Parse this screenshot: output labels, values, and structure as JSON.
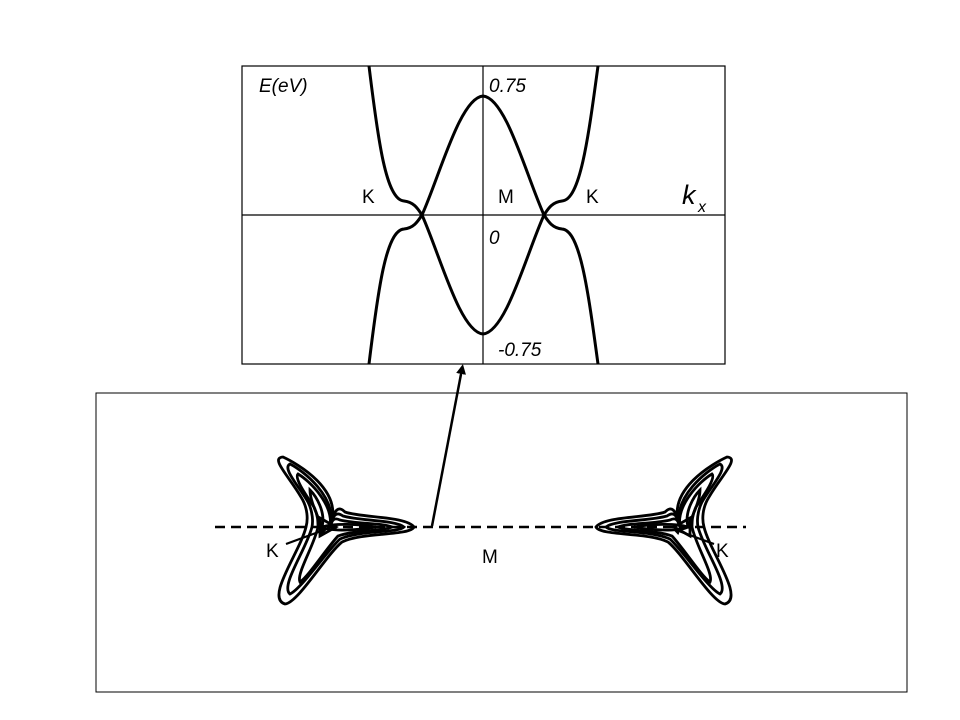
{
  "band_plot": {
    "y_axis_label": "E(eV)",
    "x_axis_label_main": "k",
    "x_axis_label_sub": "x",
    "tick_top": "0.75",
    "tick_zero": "0",
    "tick_bottom": "-0.75",
    "point_left": "K",
    "point_center": "M",
    "point_right": "K"
  },
  "contour_plot": {
    "point_left": "K",
    "point_center": "M",
    "point_right": "K"
  }
}
